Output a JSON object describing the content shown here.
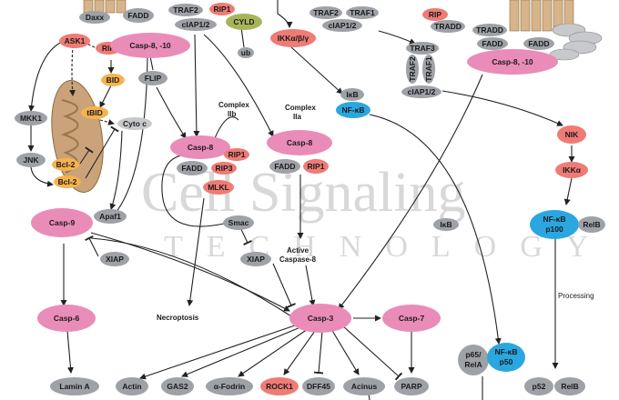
{
  "colors": {
    "pink": "#ea8cb8",
    "red": "#ee7b75",
    "orange": "#f6b24e",
    "gray": "#9ea1a6",
    "blue": "#2aa7e0",
    "olive": "#a9b45a",
    "mito": "#caa37a",
    "receptor": "#d8b48a"
  },
  "nodes": {
    "daxx": "Daxx",
    "fadd_top": "FADD",
    "traf2_a": "TRAF2",
    "ciap_a": "cIAP1/2",
    "rip1_a": "RIP1",
    "cyld": "CYLD",
    "ub": "ub",
    "ikk": "IKKα/β/γ",
    "traf2_b": "TRAF2",
    "traf1_b": "TRAF1",
    "ciap_b": "cIAP1/2",
    "rip_right": "RIP",
    "tradd_right": "TRADD",
    "tradd2": "TRADD",
    "fadd2": "FADD",
    "fadd3": "FADD",
    "casp810_right": "Casp-8, -10",
    "ask1": "ASK1",
    "rip_left": "RIP",
    "casp810_left": "Casp-8, -10",
    "bid": "BID",
    "flip": "FLIP",
    "tbid": "tBID",
    "mkk1": "MKK1",
    "jnk": "JNK",
    "bcl2_a": "Bcl-2",
    "bcl2_b": "Bcl-2",
    "cytoc": "Cyto c",
    "traf3": "TRAF3",
    "traf2_c": "TRAF2",
    "traf1_c": "TRAF1",
    "ciap_c": "cIAP1/2",
    "ikb1": "IκB",
    "nfkb1": "NF-κB",
    "nik": "NIK",
    "ikka": "IKKα",
    "casp8_iib": "Casp-8",
    "fadd_iib": "FADD",
    "rip1_iib": "RIP1",
    "rip3": "RIP3",
    "mlkl": "MLKL",
    "casp8_iia": "Casp-8",
    "fadd_iia": "FADD",
    "rip1_iia": "RIP1",
    "casp9": "Casp-9",
    "apaf1": "Apaf1",
    "xiap1": "XIAP",
    "smac": "Smac",
    "xiap2": "XIAP",
    "ikb2": "IκB",
    "nfkb_p100": "NF-κB",
    "p100": "p100",
    "relb1": "RelB",
    "casp6": "Casp-6",
    "casp3": "Casp-3",
    "casp7": "Casp-7",
    "p65rela_1": "p65/",
    "p65rela_2": "RelA",
    "nfkb_p50": "NF-κB",
    "p50": "p50",
    "lamina": "Lamin A",
    "actin": "Actin",
    "gas2": "GAS2",
    "afodrin": "α-Fodrin",
    "rock1": "ROCK1",
    "dff45": "DFF45",
    "acinus": "Acinus",
    "parp": "PARP",
    "p52": "p52",
    "relb2": "RelB"
  },
  "labels": {
    "complex_iib_1": "Complex",
    "complex_iib_2": "IIb",
    "complex_iia_1": "Complex",
    "complex_iia_2": "IIa",
    "active_casp8_1": "Active",
    "active_casp8_2": "Caspase-8",
    "necroptosis": "Necroptosis",
    "processing": "Processing"
  },
  "watermark": {
    "line1": "Cell Signaling",
    "line2": "TECHNOLOGY"
  }
}
